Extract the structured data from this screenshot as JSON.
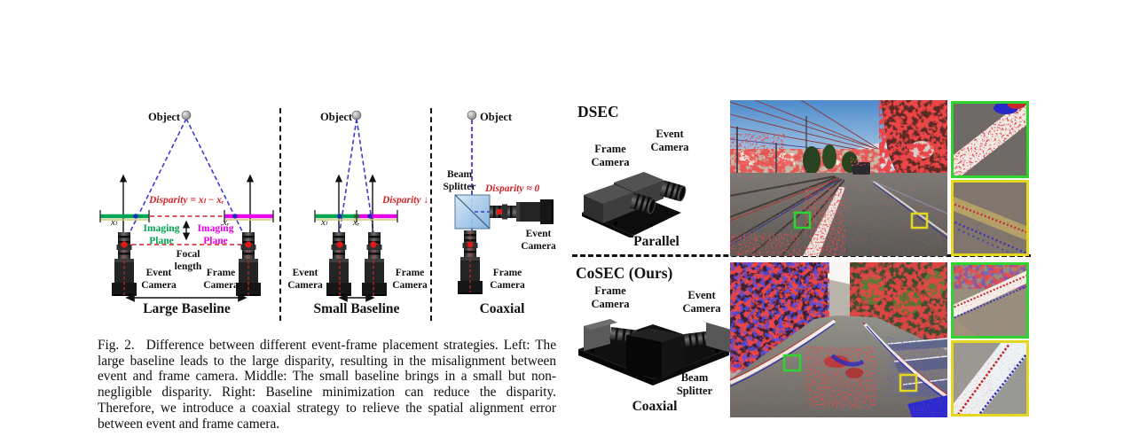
{
  "colors": {
    "disparity_text": "#cf2429",
    "imaging_plane_left": "#00a651",
    "imaging_plane_right": "#e800e8",
    "ray_blue": "#3b3bd0",
    "event_positive_red": "#d81e1e",
    "event_negative_blue": "#1e1ed8",
    "roi_box_green": "#2ed52e",
    "roi_box_yellow": "#e3d81f"
  },
  "left_figure": {
    "large_baseline": {
      "object": "Object",
      "disparity": "Disparity = xₗ − xᵣ",
      "x_left": "xₗ",
      "x_right": "xᵣ",
      "imaging_plane_left": "Imaging Plane",
      "imaging_plane_right": "Imaging Plane",
      "focal_length": "Focal length",
      "event_camera": "Event Camera",
      "frame_camera": "Frame Camera",
      "title": "Large Baseline"
    },
    "small_baseline": {
      "object": "Object",
      "disparity": "Disparity ↓",
      "x_left": "xₗ",
      "x_right": "xᵣ",
      "event_camera": "Event Camera",
      "frame_camera": "Frame Camera",
      "title": "Small Baseline"
    },
    "coaxial": {
      "object": "Object",
      "beam_splitter": "Beam Splitter",
      "disparity": "Disparity ≈ 0",
      "event_camera": "Event Camera",
      "frame_camera": "Frame Camera",
      "title": "Coaxial"
    }
  },
  "caption": {
    "tag": "Fig. 2.",
    "text": "Difference between different event-frame placement strategies. Left: The large baseline leads to the large disparity, resulting in the misalignment between event and frame camera. Middle: The small baseline brings in a small but non-negligible disparity. Right: Baseline minimization can reduce the disparity. Therefore, we introduce a coaxial strategy to relieve the spatial alignment error between event and frame camera."
  },
  "right_figure": {
    "dsec": {
      "title": "DSEC",
      "frame_camera": "Frame Camera",
      "event_camera": "Event Camera",
      "arrangement": "Parallel"
    },
    "cosec": {
      "title": "CoSEC (Ours)",
      "frame_camera": "Frame Camera",
      "event_camera": "Event Camera",
      "beam_splitter": "Beam Splitter",
      "arrangement": "Coaxial"
    }
  }
}
